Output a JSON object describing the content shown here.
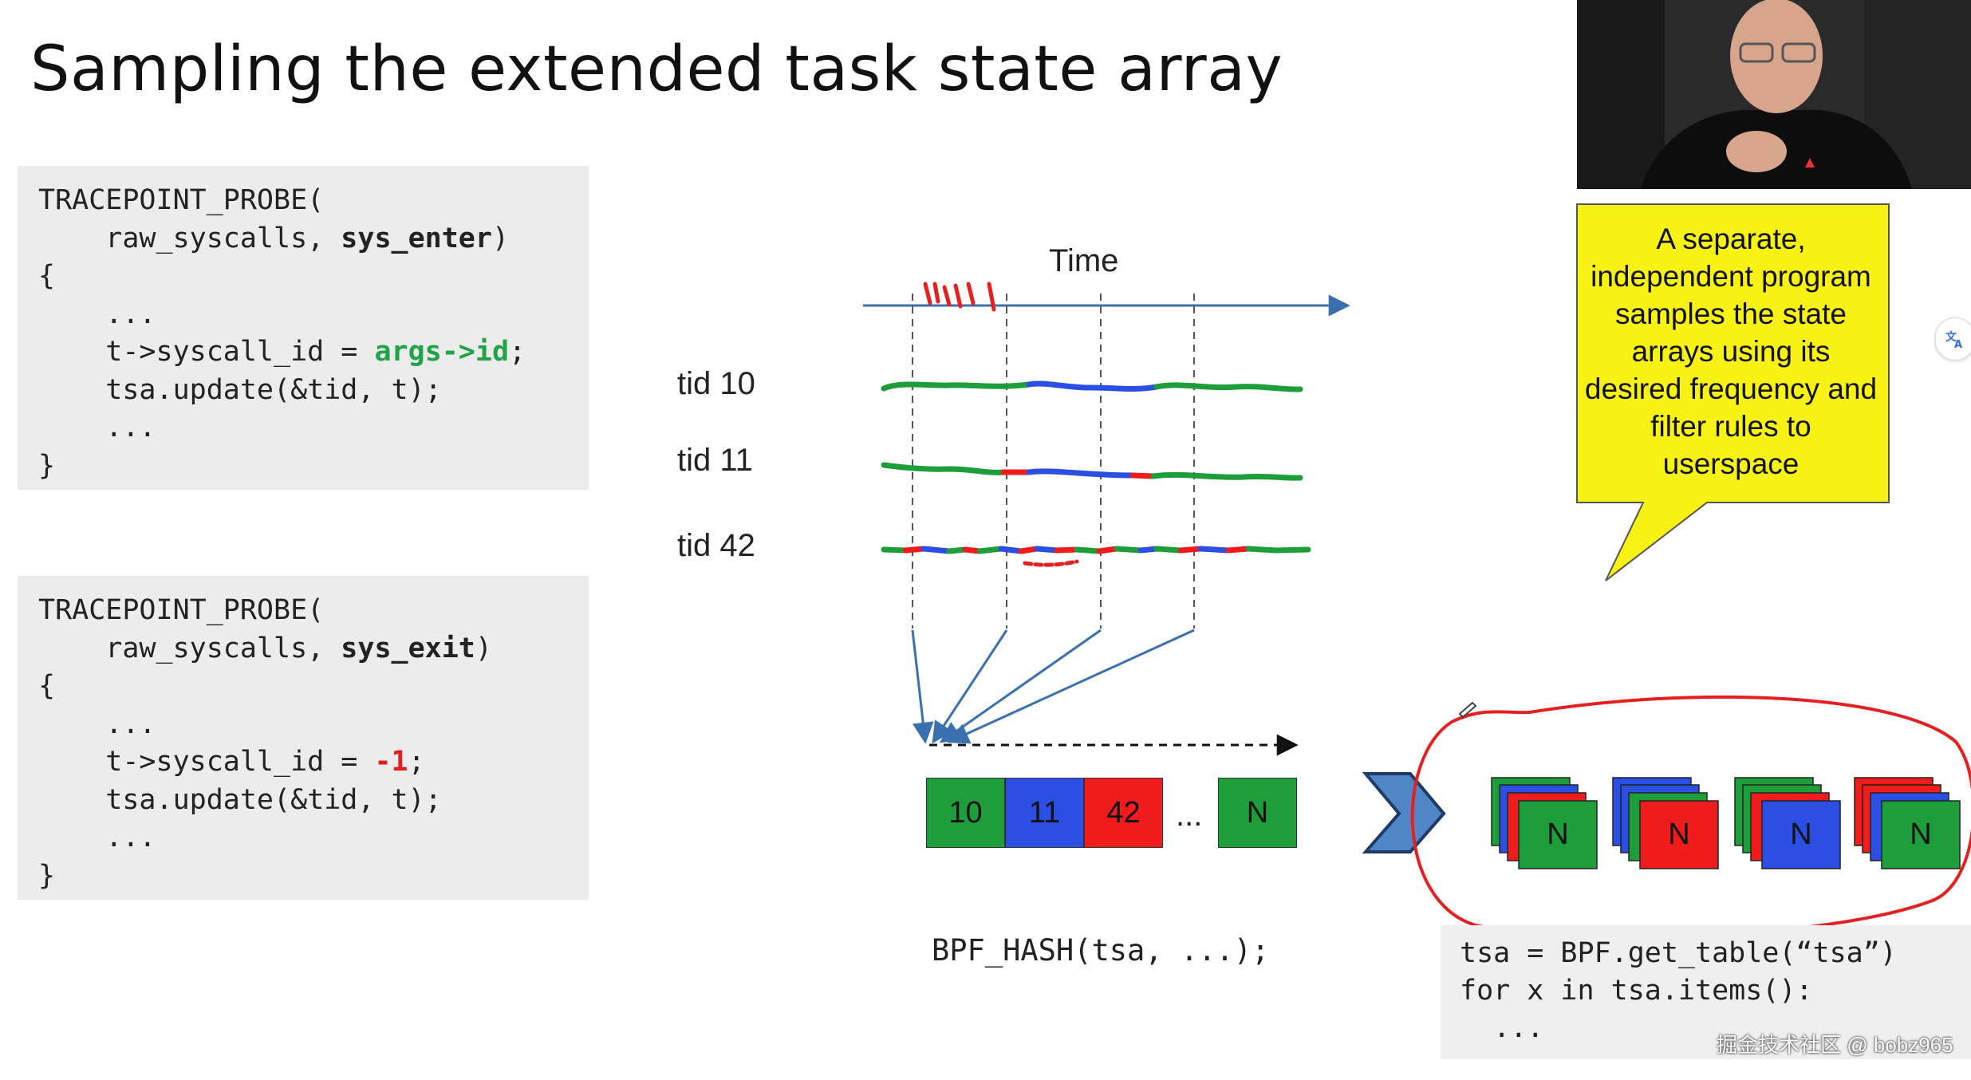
{
  "slide": {
    "title": "Sampling the extended task state array"
  },
  "code_enter": {
    "l1": "TRACEPOINT_PROBE(",
    "l2_a": "    raw_syscalls, ",
    "l2_b": "sys_enter",
    "l2_c": ")",
    "l3": "{",
    "l4": "    ...",
    "l5_a": "    t->syscall_id = ",
    "l5_b": "args->id",
    "l5_c": ";",
    "l6": "    tsa.update(&tid, t);",
    "l7": "    ...",
    "l8": "}"
  },
  "code_exit": {
    "l1": "TRACEPOINT_PROBE(",
    "l2_a": "    raw_syscalls, ",
    "l2_b": "sys_exit",
    "l2_c": ")",
    "l3": "{",
    "l4": "    ...",
    "l5_a": "    t->syscall_id = ",
    "l5_b": "-1",
    "l5_c": ";",
    "l6": "    tsa.update(&tid, t);",
    "l7": "    ...",
    "l8": "}"
  },
  "timeline": {
    "time_label": "Time",
    "tids": [
      "tid 10",
      "tid 11",
      "tid 42"
    ]
  },
  "array": {
    "cells": [
      {
        "label": "10",
        "color": "#1e9e3a"
      },
      {
        "label": "11",
        "color": "#2b4fe3"
      },
      {
        "label": "42",
        "color": "#ee1c1c"
      },
      {
        "label": "N",
        "color": "#1e9e3a"
      }
    ],
    "ellipsis": "...",
    "caption": "BPF_HASH(tsa, ...);"
  },
  "callout": {
    "text": "A separate, independent program samples the state arrays using its desired frequency and filter rules to userspace"
  },
  "stacks": [
    {
      "label": "N",
      "front": "#1e9e3a"
    },
    {
      "label": "N",
      "front": "#ee1c1c"
    },
    {
      "label": "N",
      "front": "#2b4fe3"
    },
    {
      "label": "N",
      "front": "#1e9e3a"
    }
  ],
  "userspace_code": {
    "l1": "tsa = BPF.get_table(“tsa”)",
    "l2": "for x in tsa.items():",
    "l3": "  ..."
  },
  "watermark": "掘金技术社区 @ bobz965",
  "translate_icon": "translate-icon",
  "colors": {
    "green": "#1e9e3a",
    "blue": "#2b4fe3",
    "red": "#ee1c1c",
    "callout": "#f7f214",
    "arrow": "#3a6fb0"
  }
}
